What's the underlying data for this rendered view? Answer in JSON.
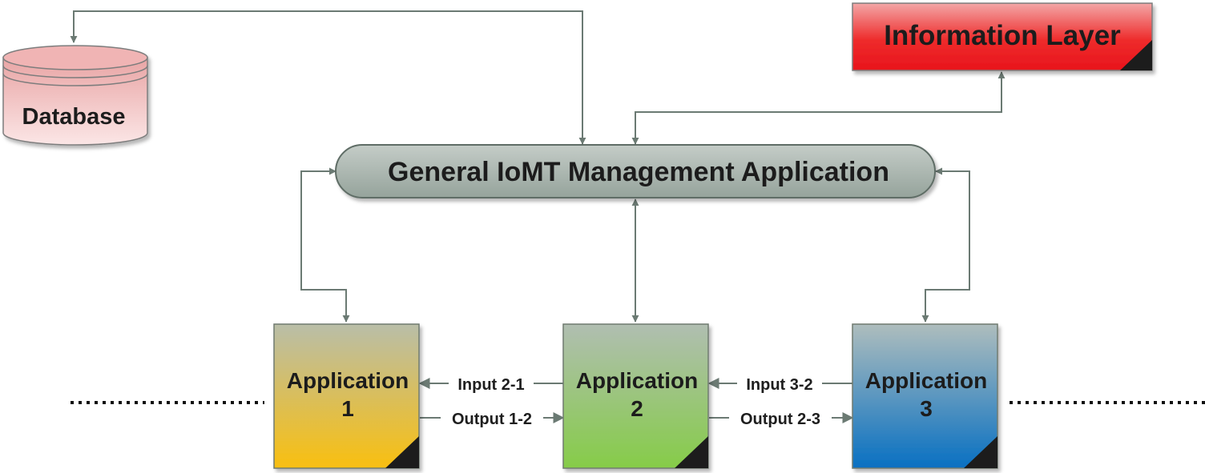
{
  "diagram": {
    "nodes": {
      "database": {
        "label": "Database"
      },
      "information_layer": {
        "label": "Information Layer"
      },
      "management": {
        "label": "General IoMT Management Application"
      },
      "app1": {
        "line1": "Application",
        "line2": "1"
      },
      "app2": {
        "line1": "Application",
        "line2": "2"
      },
      "app3": {
        "line1": "Application",
        "line2": "3"
      }
    },
    "edges": {
      "input_2_1": "Input 2-1",
      "output_1_2": "Output 1-2",
      "input_3_2": "Input 3-2",
      "output_2_3": "Output 2-3"
    },
    "colors": {
      "connector": "#6b7a73",
      "database_fill": "#f4c6c6",
      "information_layer_fill": "#e8141c",
      "management_fill": "#a9b5ae",
      "app1_fill": "#f7bf14",
      "app2_fill": "#8fcf56",
      "app3_fill": "#0b73c2"
    }
  }
}
